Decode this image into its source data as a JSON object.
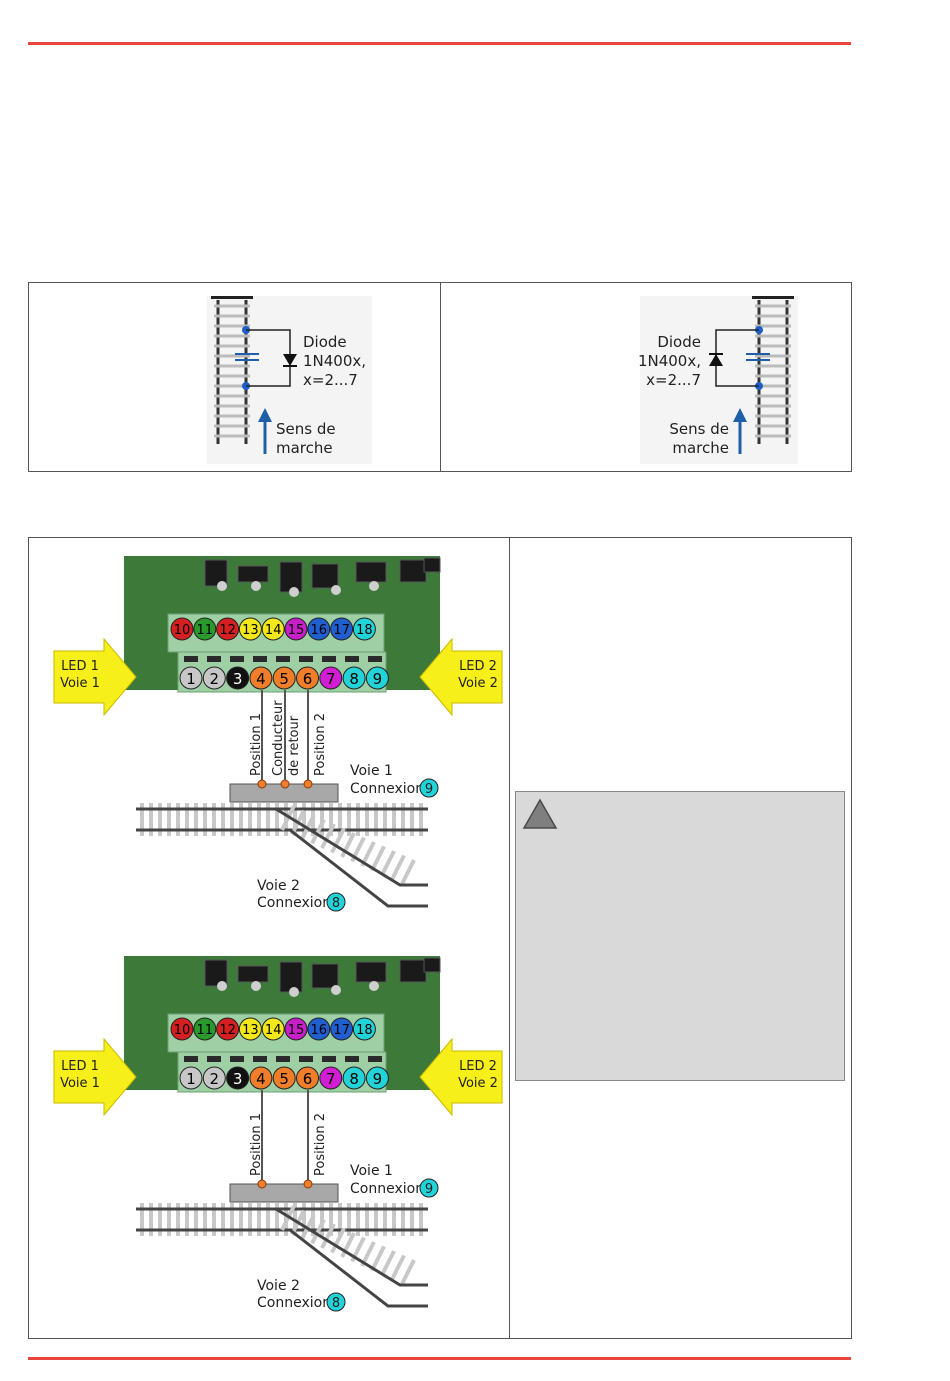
{
  "diode_panels": {
    "left": {
      "diode_line1": "Diode",
      "diode_line2": "1N400x,",
      "diode_line3": "x=2...7",
      "dir_line1": "Sens de",
      "dir_line2": "marche"
    },
    "right": {
      "diode_line1": "Diode",
      "diode_line2": "1N400x,",
      "diode_line3": "x=2...7",
      "dir_line1": "Sens de",
      "dir_line2": "marche"
    }
  },
  "wiring_diagrams": [
    {
      "top_terminals": [
        "10",
        "11",
        "12",
        "13",
        "14",
        "15",
        "16",
        "17",
        "18"
      ],
      "bottom_terminals": [
        "1",
        "2",
        "3",
        "4",
        "5",
        "6",
        "7",
        "8",
        "9"
      ],
      "led_left": [
        "LED 1",
        "Voie 1"
      ],
      "led_right": [
        "LED 2",
        "Voie 2"
      ],
      "wire_labels": [
        "Position 1",
        "Conducteur",
        "de retour",
        "Position 2"
      ],
      "voie1": [
        "Voie 1",
        "Connexion"
      ],
      "voie1_num": "9",
      "voie2": [
        "Voie 2",
        "Connexion"
      ],
      "voie2_num": "8"
    },
    {
      "top_terminals": [
        "10",
        "11",
        "12",
        "13",
        "14",
        "15",
        "16",
        "17",
        "18"
      ],
      "bottom_terminals": [
        "1",
        "2",
        "3",
        "4",
        "5",
        "6",
        "7",
        "8",
        "9"
      ],
      "led_left": [
        "LED 1",
        "Voie 1"
      ],
      "led_right": [
        "LED 2",
        "Voie 2"
      ],
      "wire_labels": [
        "Position 1",
        "Position 2"
      ],
      "voie1": [
        "Voie 1",
        "Connexion"
      ],
      "voie1_num": "9",
      "voie2": [
        "Voie 2",
        "Connexion"
      ],
      "voie2_num": "8"
    }
  ],
  "colors": {
    "rule": "#e8453c",
    "terminal_top": [
      "#d42020",
      "#2a9a2a",
      "#d42020",
      "#f3e81a",
      "#f3e81a",
      "#c81ec8",
      "#1f5fd0",
      "#1f5fd0",
      "#22d3d8"
    ],
    "terminal_bottom": [
      "#c7c7c7",
      "#c7c7c7",
      "#111111",
      "#ef7d2a",
      "#ef7d2a",
      "#ef7d2a",
      "#d21ed2",
      "#22d3d8",
      "#22d3d8"
    ],
    "arrow_yellow": "#f7ef1a",
    "pcb_green": "#3d7a3a",
    "note_bg": "#d9d9d9"
  },
  "icons": {
    "warning": "warning-triangle-icon",
    "diode": "diode-symbol-icon",
    "direction": "direction-arrow-icon"
  }
}
